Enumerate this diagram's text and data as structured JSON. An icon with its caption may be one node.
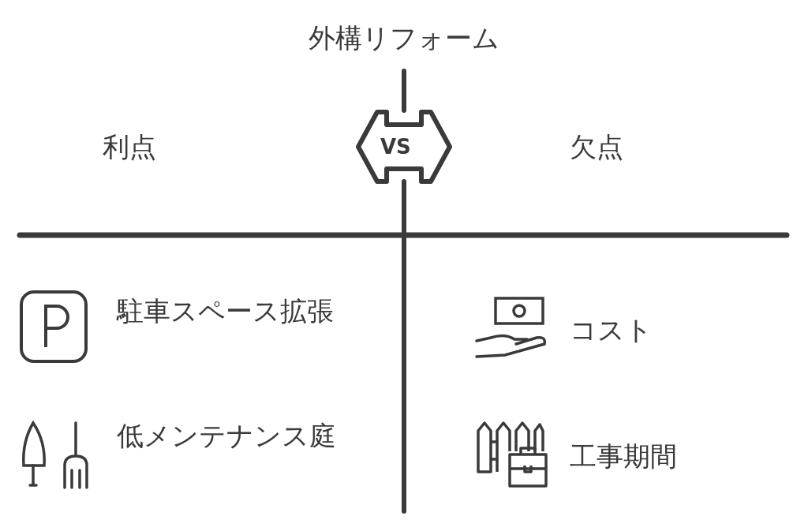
{
  "diagram": {
    "title": "外構リフォーム",
    "labels": [
      "VS",
      "利点",
      "欠点",
      "駐車スペース拡張",
      "コスト",
      "低メンテナンス庭",
      "工事期間"
    ]
  }
}
